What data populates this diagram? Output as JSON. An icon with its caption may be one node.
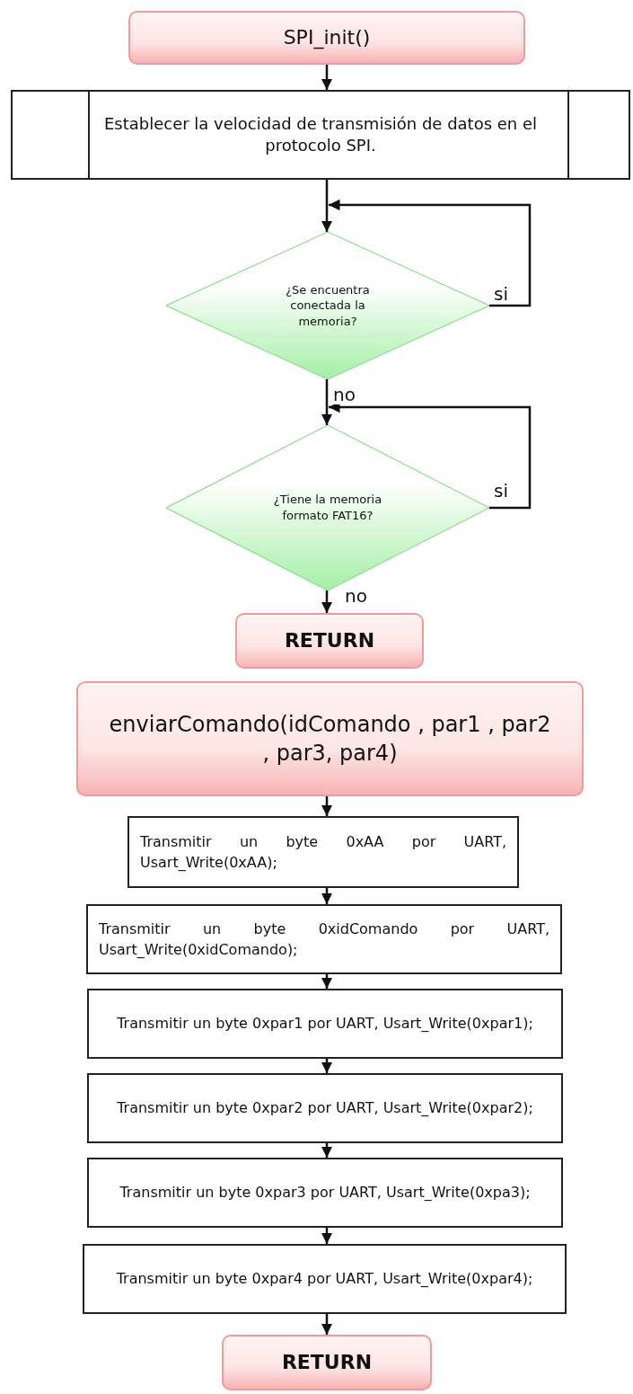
{
  "diagram": {
    "nodes": [
      {
        "text": [
          "SPI_init()"
        ]
      },
      {
        "text": [
          "Establecer la velocidad de transmisión de datos en el protocolo SPI."
        ]
      },
      {
        "text": [
          "¿Se encuentra conectada la memoria?"
        ]
      },
      {
        "text": [
          "¿Tiene la memoria formato FAT16?"
        ]
      },
      {
        "text": [
          "RETURN"
        ]
      },
      {
        "text": [
          "enviarComando(idComando , par1 , par2 , par3, par4)"
        ]
      },
      {
        "text": [
          "Transmitir un byte 0xAA por UART, Usart_Write(0xAA);"
        ]
      },
      {
        "text": [
          "Transmitir un byte 0xidComando por UART, Usart_Write(0xidComando);"
        ]
      },
      {
        "text": [
          "Transmitir un byte 0xpar1 por UART, Usart_Write(0xpar1);"
        ]
      },
      {
        "text": [
          "Transmitir un byte 0xpar2 por UART, Usart_Write(0xpar2);"
        ]
      },
      {
        "text": [
          "Transmitir un byte 0xpar3 por UART, Usart_Write(0xpa3);"
        ]
      },
      {
        "text": [
          "Transmitir un byte 0xpar4 por UART, Usart_Write(0xpar4);"
        ]
      },
      {
        "text": [
          "RETURN"
        ]
      }
    ],
    "edges": [
      {
        "from": 0,
        "to": 1,
        "arrow": "to"
      },
      {
        "from": 1,
        "to": 2,
        "arrow": "to"
      },
      {
        "from": 2,
        "to": 2,
        "arrow": "to",
        "label": "si"
      },
      {
        "from": 2,
        "to": 3,
        "arrow": "to",
        "label": "no"
      },
      {
        "from": 3,
        "to": 3,
        "arrow": "to",
        "label": "si"
      },
      {
        "from": 3,
        "to": 4,
        "arrow": "to",
        "label": "no"
      },
      {
        "from": 5,
        "to": 6,
        "arrow": "to"
      },
      {
        "from": 6,
        "to": 7,
        "arrow": "to"
      },
      {
        "from": 7,
        "to": 8,
        "arrow": "to"
      },
      {
        "from": 8,
        "to": 9,
        "arrow": "to"
      },
      {
        "from": 9,
        "to": 10,
        "arrow": "to"
      },
      {
        "from": 10,
        "to": 11,
        "arrow": "to"
      },
      {
        "from": 11,
        "to": 12,
        "arrow": "to"
      }
    ]
  }
}
